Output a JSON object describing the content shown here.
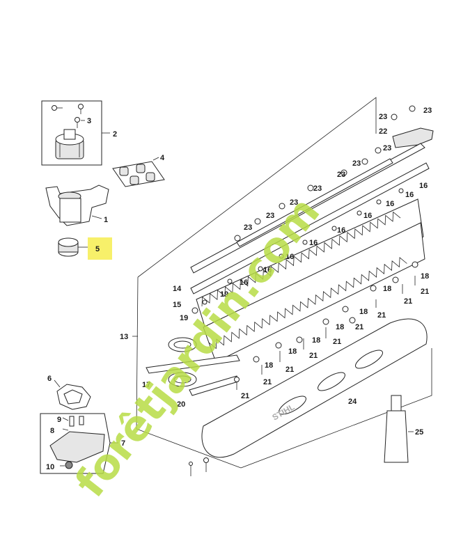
{
  "callouts": {
    "c1": "1",
    "c2": "2",
    "c3": "3",
    "c4": "4",
    "c5": "5",
    "c6": "6",
    "c7": "7",
    "c8": "8",
    "c9": "9",
    "c10": "10",
    "c13": "13",
    "c14": "14",
    "c15": "15",
    "c17": "17",
    "c20": "20",
    "c22": "22",
    "c24": "24",
    "c25": "25",
    "c23": "23",
    "c16": "16",
    "c18": "18",
    "c19": "19",
    "c21": "21"
  },
  "brand_text": "STIHL",
  "watermark": {
    "text": "forêtjardin.com",
    "color_green": "#b8dc46",
    "color_orange": "#f2a93b",
    "color_grey": "#cfc6b6"
  },
  "highlight_color": "#f7f06a"
}
